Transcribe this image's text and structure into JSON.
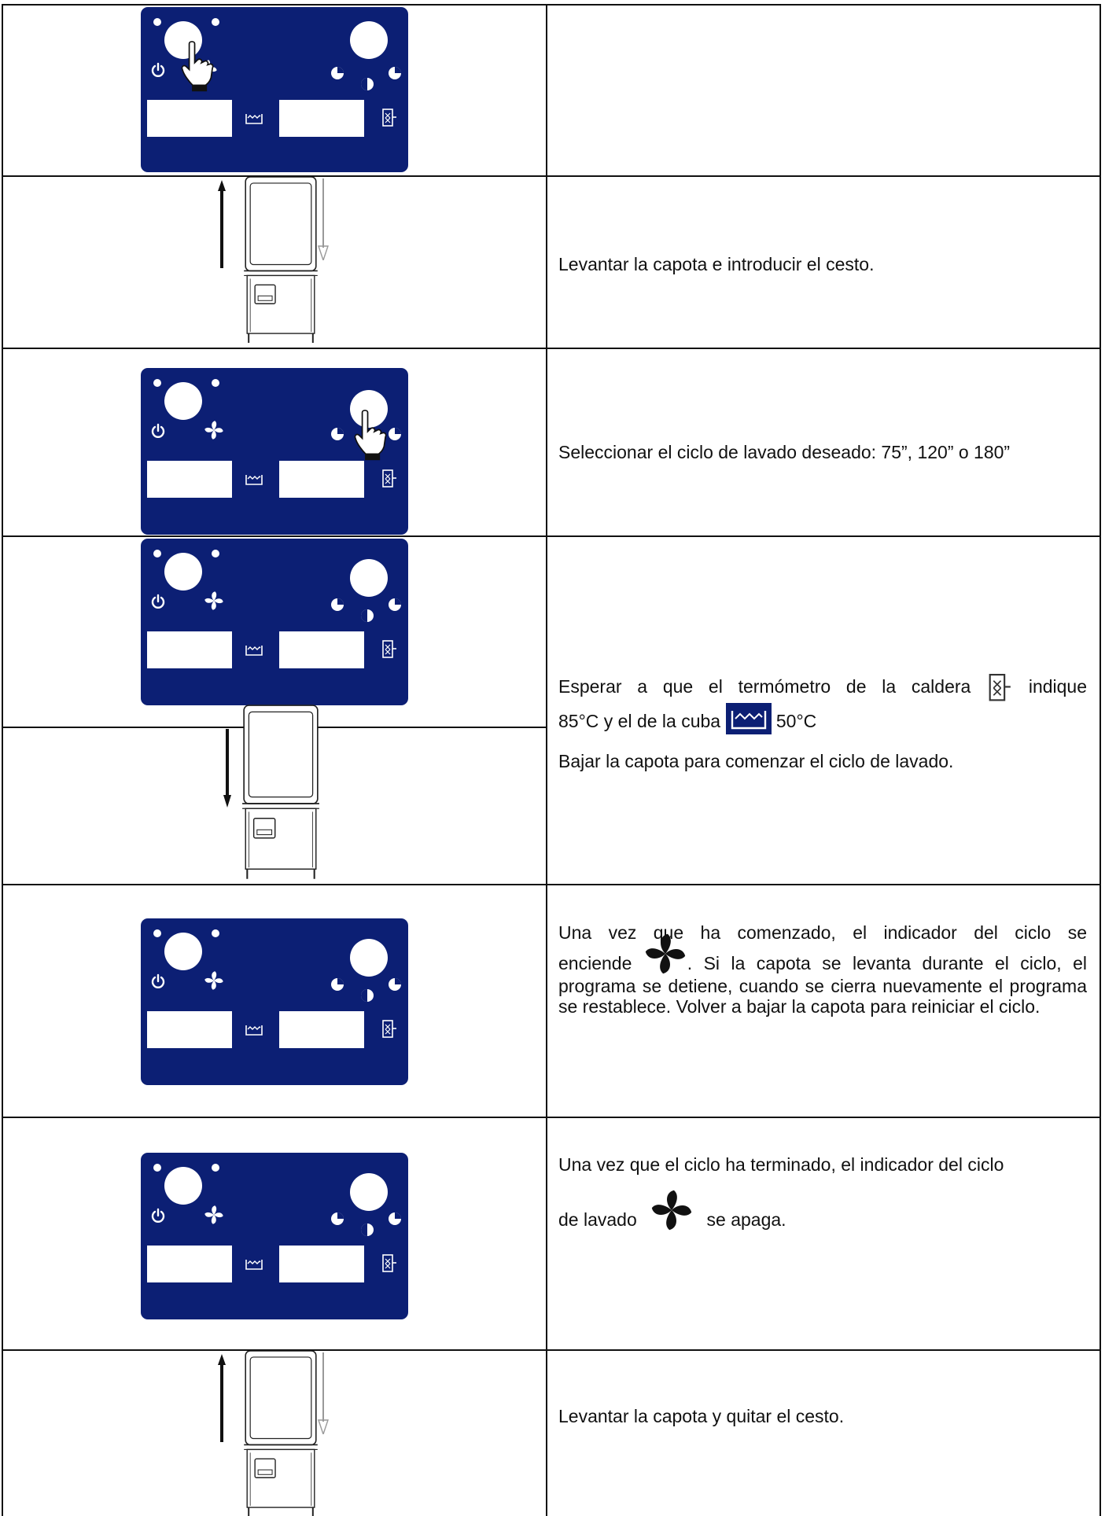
{
  "steps": [
    {
      "image": "control-panel-power-press",
      "text": ""
    },
    {
      "image": "machine-raise-hood",
      "text": "Levantar la capota e introducir el cesto."
    },
    {
      "image": "control-panel-cycle-select",
      "text": "Seleccionar el ciclo de lavado deseado: 75”, 120” o 180”"
    },
    {
      "image": "control-panel-and-machine-lower-hood",
      "text_a": "Esperar a que el termómetro de la caldera",
      "text_b": "indique",
      "text_c": "85°C y el de la cuba",
      "text_d": "50°C",
      "text_e": "Bajar la capota para comenzar el ciclo de lavado."
    },
    {
      "image": "control-panel",
      "text_a": "Una vez que ha comenzado, el indicador del ciclo se",
      "text_b": "enciende",
      "text_c": ". Si la capota se levanta durante el ciclo, el programa se detiene, cuando se cierra nuevamente el programa se restablece. Volver a bajar la capota para reiniciar el ciclo."
    },
    {
      "image": "control-panel",
      "text_a": "Una vez que el ciclo ha terminado, el indicador del ciclo",
      "text_b": "de lavado",
      "text_c": "se apaga."
    },
    {
      "image": "machine-raise-hood",
      "text": "Levantar la capota y quitar el cesto."
    }
  ],
  "icons": {
    "boiler": "boiler-thermometer-icon",
    "tank": "tank-icon",
    "fan": "wash-cycle-fan-icon",
    "power": "power-icon",
    "hand": "pointing-hand-icon",
    "arrow_up": "arrow-up-icon",
    "arrow_down": "arrow-down-icon"
  },
  "colors": {
    "panel": "#0c1f74",
    "grid": "#111111",
    "text": "#111111"
  }
}
